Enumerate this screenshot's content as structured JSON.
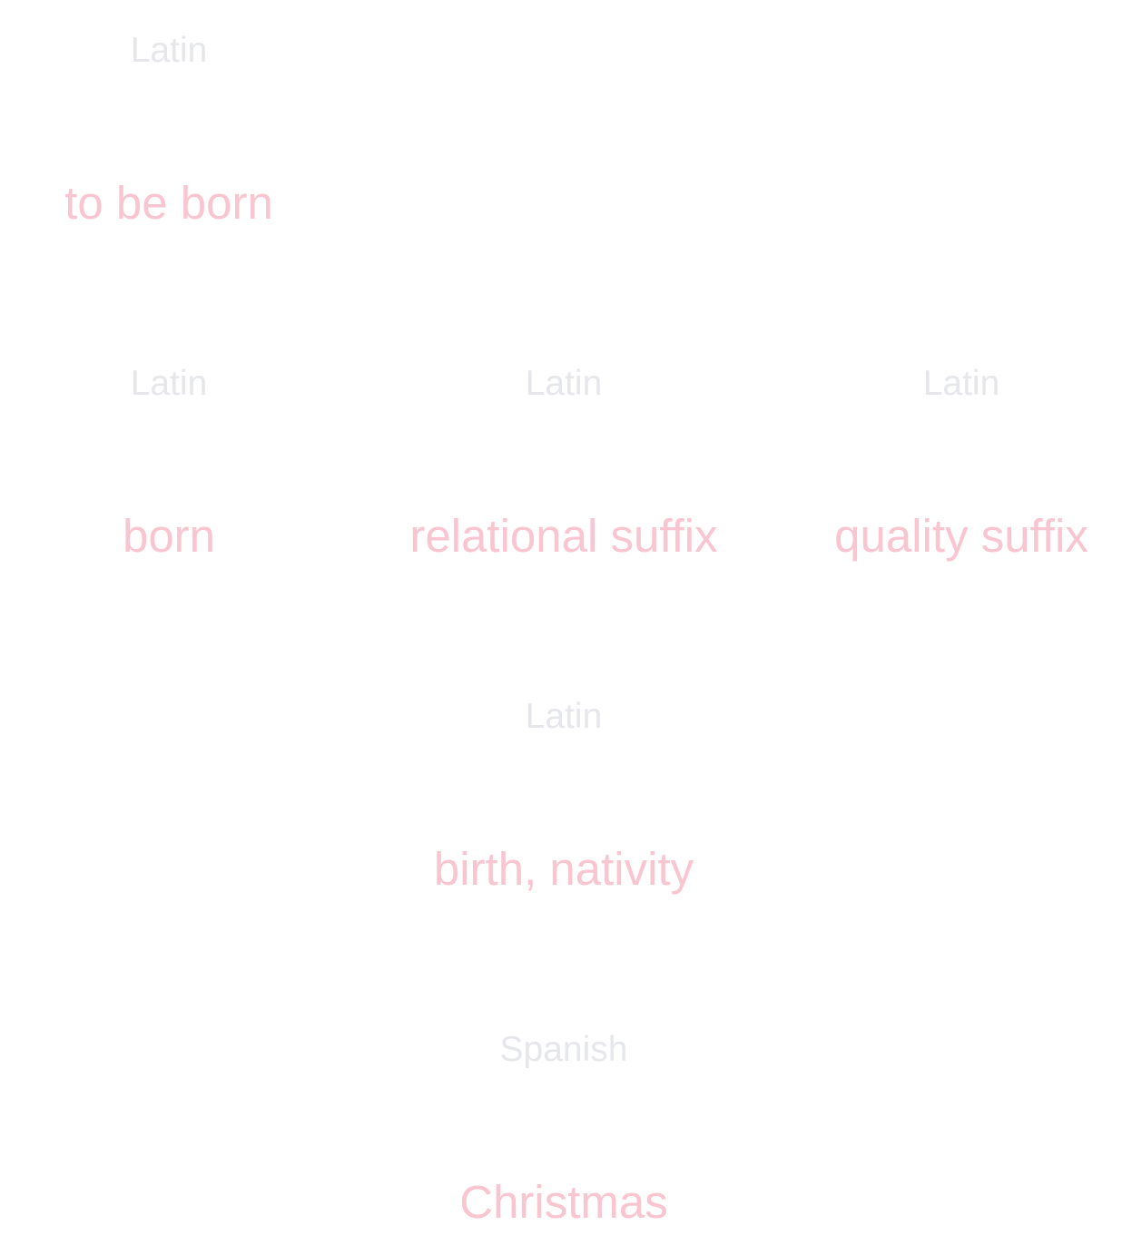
{
  "colors": {
    "language": "#e6e7eb",
    "meaning": "#f9c5d0"
  },
  "nodes": [
    {
      "language": "Latin",
      "meaning": "to be born"
    },
    {
      "language": "Latin",
      "meaning": "born"
    },
    {
      "language": "Latin",
      "meaning": "relational suffix"
    },
    {
      "language": "Latin",
      "meaning": "quality suffix"
    },
    {
      "language": "Latin",
      "meaning": "birth, nativity"
    },
    {
      "language": "Spanish",
      "meaning": "Christmas"
    }
  ]
}
